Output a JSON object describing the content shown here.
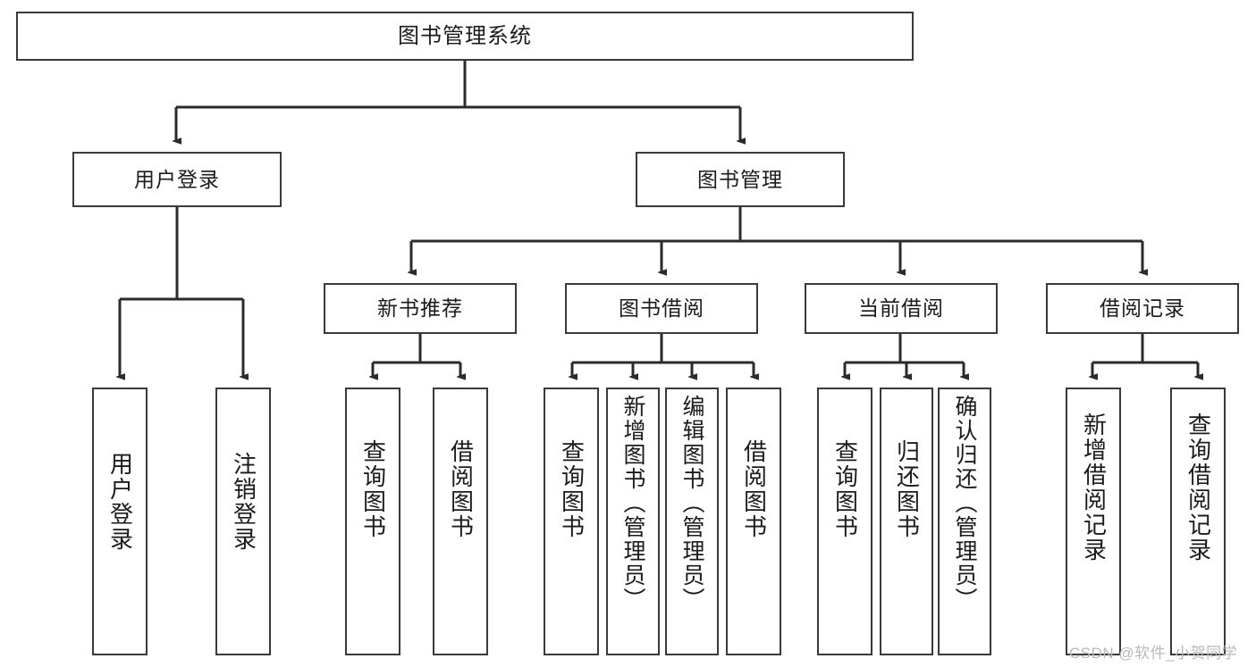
{
  "diagram": {
    "title": "图书管理系统",
    "type": "tree",
    "watermark": "CSDN @软件_小贺同学",
    "colors": {
      "box_border": "#3a3a3a",
      "box_fill": "#ffffff",
      "edge": "#2b2b2b",
      "text": "#1b1b1b",
      "watermark": "#b9b9b9"
    },
    "levels": {
      "level0": "系统",
      "level1": "模块",
      "level2": "子模块",
      "level3": "功能"
    },
    "nodes": {
      "root": {
        "label": "图书管理系统"
      },
      "user_login": {
        "label": "用户登录"
      },
      "book_manage": {
        "label": "图书管理"
      },
      "new_book_rec": {
        "label": "新书推荐"
      },
      "book_borrow": {
        "label": "图书借阅"
      },
      "current_borrow": {
        "label": "当前借阅"
      },
      "borrow_record": {
        "label": "借阅记录"
      },
      "leaf_user_login": {
        "label": "用户登录"
      },
      "leaf_logout": {
        "label": "注销登录"
      },
      "leaf_query_book_1": {
        "label": "查询图书"
      },
      "leaf_borrow_book_1": {
        "label": "借阅图书"
      },
      "leaf_query_book_2": {
        "label": "查询图书"
      },
      "leaf_add_book": {
        "label": "新增图书（管理员）"
      },
      "leaf_edit_book": {
        "label": "编辑图书（管理员）"
      },
      "leaf_borrow_book_2": {
        "label": "借阅图书"
      },
      "leaf_query_book_3": {
        "label": "查询图书"
      },
      "leaf_return_book": {
        "label": "归还图书"
      },
      "leaf_confirm_return": {
        "label": "确认归还（管理员）"
      },
      "leaf_add_record": {
        "label": "新增借阅记录"
      },
      "leaf_query_record": {
        "label": "查询借阅记录"
      }
    },
    "edges": [
      {
        "from": "root",
        "to": "user_login"
      },
      {
        "from": "root",
        "to": "book_manage"
      },
      {
        "from": "user_login",
        "to": "leaf_user_login"
      },
      {
        "from": "user_login",
        "to": "leaf_logout"
      },
      {
        "from": "book_manage",
        "to": "new_book_rec"
      },
      {
        "from": "book_manage",
        "to": "book_borrow"
      },
      {
        "from": "book_manage",
        "to": "current_borrow"
      },
      {
        "from": "book_manage",
        "to": "borrow_record"
      },
      {
        "from": "new_book_rec",
        "to": "leaf_query_book_1"
      },
      {
        "from": "new_book_rec",
        "to": "leaf_borrow_book_1"
      },
      {
        "from": "book_borrow",
        "to": "leaf_query_book_2"
      },
      {
        "from": "book_borrow",
        "to": "leaf_add_book"
      },
      {
        "from": "book_borrow",
        "to": "leaf_edit_book"
      },
      {
        "from": "book_borrow",
        "to": "leaf_borrow_book_2"
      },
      {
        "from": "current_borrow",
        "to": "leaf_query_book_3"
      },
      {
        "from": "current_borrow",
        "to": "leaf_return_book"
      },
      {
        "from": "current_borrow",
        "to": "leaf_confirm_return"
      },
      {
        "from": "borrow_record",
        "to": "leaf_add_record"
      },
      {
        "from": "borrow_record",
        "to": "leaf_query_record"
      }
    ]
  }
}
